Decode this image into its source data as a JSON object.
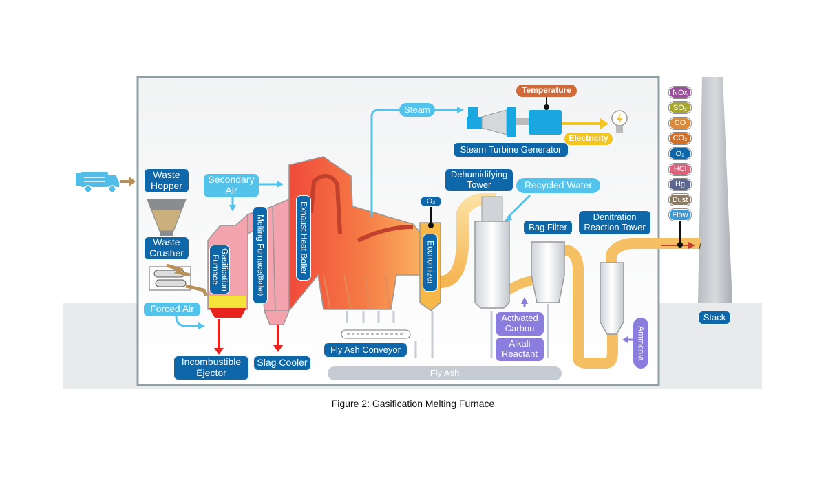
{
  "caption": "Figure 2: Gasification Melting Furnace",
  "labels": {
    "waste_hopper": "Waste\nHopper",
    "waste_crusher": "Waste\nCrusher",
    "forced_air": "Forced Air",
    "gasification_furnace": "Gasification Furnace",
    "incombustible_ejector": "Incombustible\nEjector",
    "secondary_air": "Secondary\nAir",
    "melting_furnace": "Melting Furnace",
    "melting_furnace_sub": "(Boiler)",
    "slag_cooler": "Slag Cooler",
    "exhaust_heat_boiler": "Exhaust Heat Boiler",
    "fly_ash_conveyor": "Fly Ash Conveyor",
    "fly_ash": "Fly Ash",
    "steam": "Steam",
    "temperature": "Temperature",
    "steam_turbine_generator": "Steam Turbine Generator",
    "electricity": "Electricity",
    "o2_marker": "O₂",
    "economizer": "Economizer",
    "dehumidifying_tower": "Dehumidifying\nTower",
    "recycled_water": "Recycled Water",
    "bag_filter": "Bag Filter",
    "denitration_reaction_tower": "Denitration\nReaction Tower",
    "activated_carbon": "Activated\nCarbon",
    "alkali_reactant": "Alkali\nReactant",
    "ammonia": "Ammonia",
    "stack": "Stack"
  },
  "monitors": [
    {
      "label": "NOx",
      "color": "#9b4f9c"
    },
    {
      "label": "SO₂",
      "color": "#a8a62c"
    },
    {
      "label": "CO",
      "color": "#d98a3c"
    },
    {
      "label": "CO₂",
      "color": "#d0702d"
    },
    {
      "label": "O₂",
      "color": "#0d67a8"
    },
    {
      "label": "HCl",
      "color": "#e2607a"
    },
    {
      "label": "Hg",
      "color": "#5c6690"
    },
    {
      "label": "Dust",
      "color": "#8a7b63"
    },
    {
      "label": "Flow",
      "color": "#3a9ad9"
    }
  ],
  "colors": {
    "label_blue": "#0d67a8",
    "air_cyan": "#53c3ec",
    "reagent_violet": "#8a7ddd",
    "furnace_pink": "#f3a3ad",
    "boiler_orange": "#f26a3f",
    "gas_duct": "#f7c96b",
    "ash_gray": "#c5cbd3",
    "electricity_yellow": "#f4c51f"
  }
}
